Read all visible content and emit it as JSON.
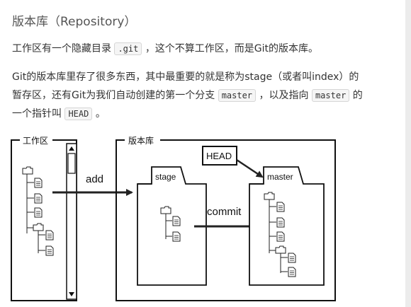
{
  "heading": "版本库（Repository）",
  "para1": {
    "before": "工作区有一个隐藏目录",
    "code": ".git",
    "after": "，这个不算工作区，而是Git的版本库。"
  },
  "para2": {
    "line1": "Git的版本库里存了很多东西，其中最重要的就是称为stage（或者叫index）的",
    "line2_before": "暂存区，还有Git为我们自动创建的第一个分支",
    "code1": "master",
    "line2_mid": "，以及指向",
    "code2": "master",
    "line2_after": "的",
    "line3_before": "一个指针叫",
    "code3": "HEAD",
    "line3_after": "。"
  },
  "diagram": {
    "working_dir_label": "工作区",
    "repo_label": "版本库",
    "stage_label": "stage",
    "master_label": "master",
    "head_label": "HEAD",
    "add_label": "add",
    "commit_label": "commit"
  }
}
